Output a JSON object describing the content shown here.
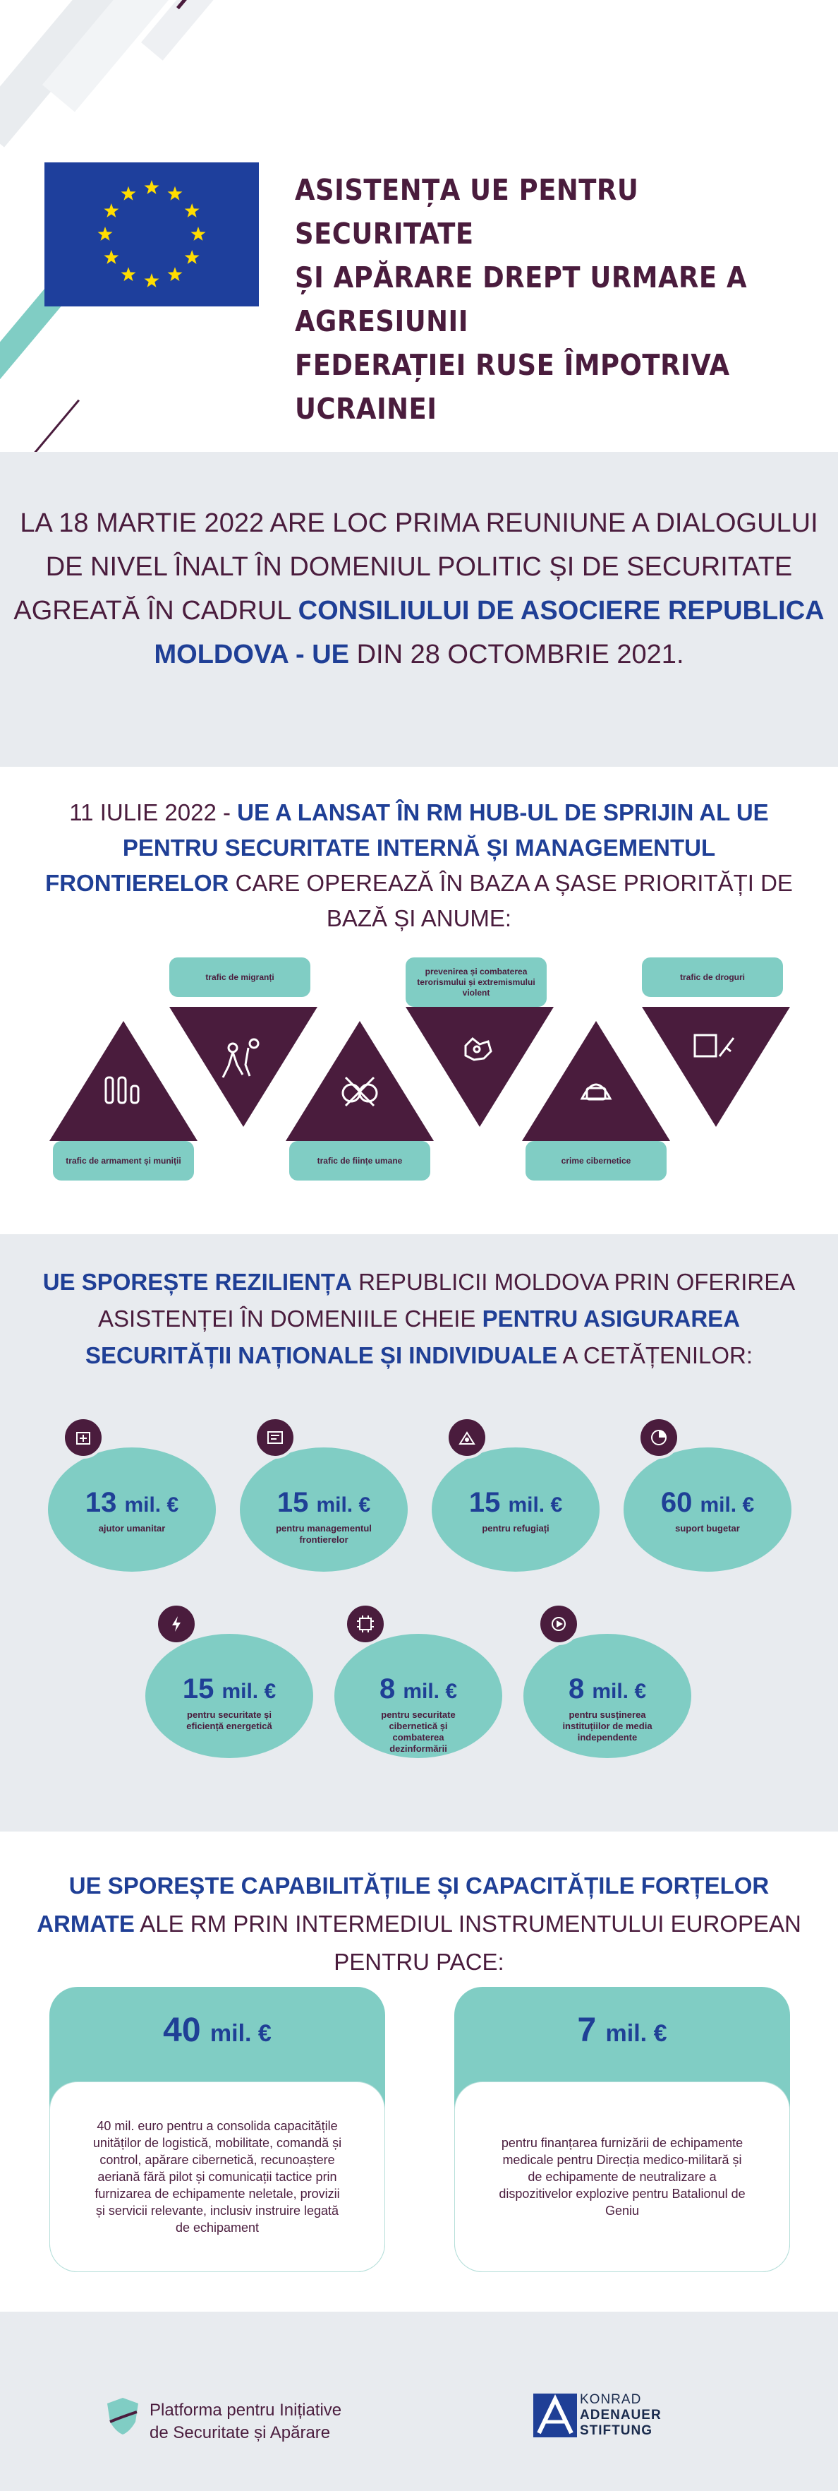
{
  "header": {
    "title_lines": [
      "ASISTENȚA UE PENTRU SECURITATE",
      "ȘI APĂRARE DREPT URMARE A AGRESIUNII",
      "FEDERAȚIEI RUSE ÎMPOTRIVA UCRAINEI"
    ],
    "flag_icon": "eu-flag-icon"
  },
  "intro": {
    "part1": "LA 18 MARTIE 2022 ARE LOC PRIMA REUNIUNE A DIALOGULUI DE NIVEL ÎNALT ÎN DOMENIUL POLITIC ȘI DE SECURITATE AGREATĂ ÎN CADRUL",
    "highlight": "CONSILIULUI DE ASOCIERE REPUBLICA MOLDOVA - UE",
    "part2": "DIN 28 OCTOMBRIE 2021."
  },
  "hub": {
    "part1": "11 IULIE 2022 -",
    "highlight": "UE A LANSAT ÎN RM HUB-UL DE SPRIJIN AL UE PENTRU SECURITATE INTERNĂ ȘI MANAGEMENTUL FRONTIERELOR",
    "part2": "CARE OPEREAZĂ ÎN BAZA A ȘASE PRIORITĂȚI DE BAZĂ ȘI ANUME:",
    "priorities": [
      {
        "label": "trafic de armament și muniții",
        "icon": "ammunition-icon"
      },
      {
        "label": "trafic de migranți",
        "icon": "migrants-icon"
      },
      {
        "label": "trafic de ființe umane",
        "icon": "handcuffs-icon"
      },
      {
        "label": "prevenirea și combaterea terorismului și extremismului violent",
        "icon": "explosion-icon"
      },
      {
        "label": "crime cibernetice",
        "icon": "hacker-icon"
      },
      {
        "label": "trafic de droguri",
        "icon": "syringe-icon"
      }
    ]
  },
  "resilience": {
    "part1": "UE SPOREȘTE REZILIENȚA",
    "part2": "REPUBLICII MOLDOVA PRIN OFERIREA ASISTENȚEI ÎN DOMENIILE CHEIE",
    "part3": "PENTRU ASIGURAREA SECURITĂȚII NAȚIONALE ȘI INDIVIDUALE",
    "part4": "A CETĂȚENILOR:",
    "unit": "mil. €",
    "items": [
      {
        "value": "13",
        "label": "ajutor umanitar",
        "icon": "humanitarian-icon"
      },
      {
        "value": "15",
        "label": "pentru managementul frontierelor",
        "icon": "border-icon"
      },
      {
        "value": "15",
        "label": "pentru refugiați",
        "icon": "refugees-icon"
      },
      {
        "value": "60",
        "label": "suport bugetar",
        "icon": "budget-chart-icon"
      },
      {
        "value": "15",
        "label": "pentru securitate și eficiență energetică",
        "icon": "energy-icon"
      },
      {
        "value": "8",
        "label": "pentru securitate cibernetică și combaterea dezinformării",
        "icon": "cyber-icon"
      },
      {
        "value": "8",
        "label": "pentru susținerea instituțiilor de media independente",
        "icon": "media-icon"
      }
    ]
  },
  "capabilities": {
    "highlight": "UE SPOREȘTE CAPABILITĂȚILE ȘI CAPACITĂȚILE FORȚELOR ARMATE",
    "part2": "ALE RM PRIN INTERMEDIUL INSTRUMENTULUI EUROPEAN PENTRU PACE:",
    "unit": "mil. €",
    "cards": [
      {
        "value": "40",
        "text": "40 mil. euro pentru a consolida capacitățile unităților de logistică, mobilitate, comandă și control, apărare cibernetică, recunoaștere aeriană fără pilot și comunicații tactice prin furnizarea de echipamente neletale, provizii și servicii relevante, inclusiv instruire legată de echipament"
      },
      {
        "value": "7",
        "text": "pentru finanțarea furnizării de echipamente medicale pentru Direcția medico-militară și de echipamente de neutralizare a dispozitivelor explozive pentru Batalionul de Geniu"
      }
    ]
  },
  "footer": {
    "left_line1": "Platforma pentru Inițiative",
    "left_line2": "de Securitate și Apărare",
    "right_line1": "KONRAD",
    "right_line2": "ADENAUER",
    "right_line3": "STIFTUNG",
    "colors": {
      "plum": "#4a1c3d",
      "teal": "#80cdc4",
      "blue": "#1f3f96",
      "grey": "#e8ebef"
    }
  }
}
